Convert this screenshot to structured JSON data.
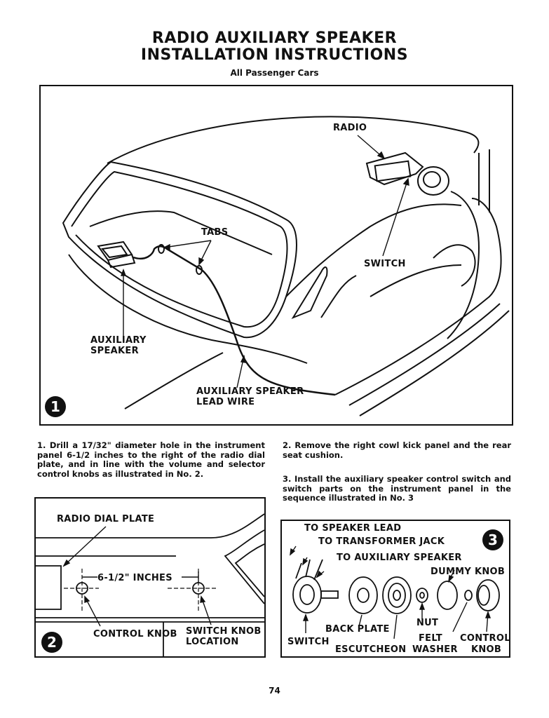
{
  "header": {
    "title_line1": "RADIO AUXILIARY SPEAKER",
    "title_line2": "INSTALLATION INSTRUCTIONS",
    "subtitle": "All Passenger Cars"
  },
  "figure1": {
    "number": "1",
    "labels": {
      "radio": "RADIO",
      "tabs": "TABS",
      "switch": "SWITCH",
      "aux_speaker_1": "AUXILIARY",
      "aux_speaker_2": "SPEAKER",
      "lead_wire_1": "AUXILIARY SPEAKER",
      "lead_wire_2": "LEAD WIRE"
    }
  },
  "steps": {
    "step1": "1. Drill a 17/32\" diameter hole in the instrument panel 6-1/2 inches to the right of the radio dial plate, and in line with the volume and selector control knobs as illustrated in No. 2.",
    "step2": "2. Remove the right cowl kick panel and the rear seat cushion.",
    "step3": "3. Install the auxiliary speaker control switch and switch parts on the instrument panel in the sequence illustrated in No. 3"
  },
  "figure2": {
    "number": "2",
    "labels": {
      "radio_dial_plate": "RADIO DIAL PLATE",
      "distance": "6-1/2\" INCHES",
      "control_knob": "CONTROL KNOB",
      "switch_knob_1": "SWITCH KNOB",
      "switch_knob_2": "LOCATION"
    }
  },
  "figure3": {
    "number": "3",
    "labels": {
      "to_speaker_lead": "TO SPEAKER LEAD",
      "to_transformer_jack": "TO TRANSFORMER JACK",
      "to_aux_speaker": "TO AUXILIARY SPEAKER",
      "dummy_knob": "DUMMY KNOB",
      "nut": "NUT",
      "back_plate": "BACK PLATE",
      "switch": "SWITCH",
      "felt": "FELT",
      "control": "CONTROL",
      "escutcheon": "ESCUTCHEON",
      "washer": "WASHER",
      "knob": "KNOB"
    }
  },
  "footer": {
    "page_number": "74"
  }
}
